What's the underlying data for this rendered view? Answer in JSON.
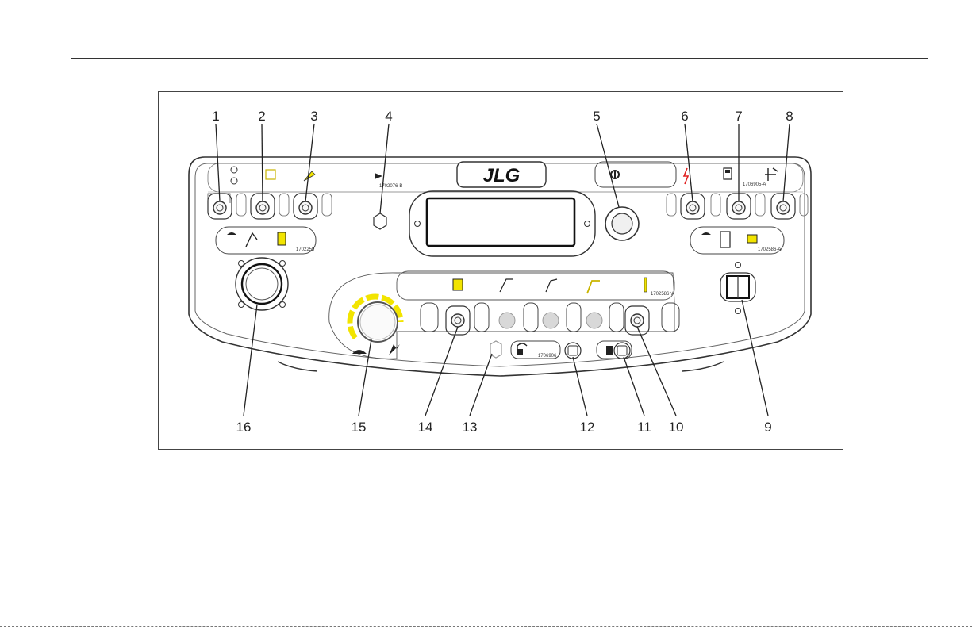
{
  "figure": {
    "brand_logo": "JLG",
    "callouts": [
      "1",
      "2",
      "3",
      "4",
      "5",
      "6",
      "7",
      "8",
      "9",
      "10",
      "11",
      "12",
      "13",
      "14",
      "15",
      "16"
    ],
    "decal_codes": [
      "1702076-B",
      "1702259",
      "1706905-A",
      "1702586-A",
      "1706906",
      "1702586^A"
    ],
    "accent_color": "#f2e400",
    "line_color": "#333333"
  }
}
